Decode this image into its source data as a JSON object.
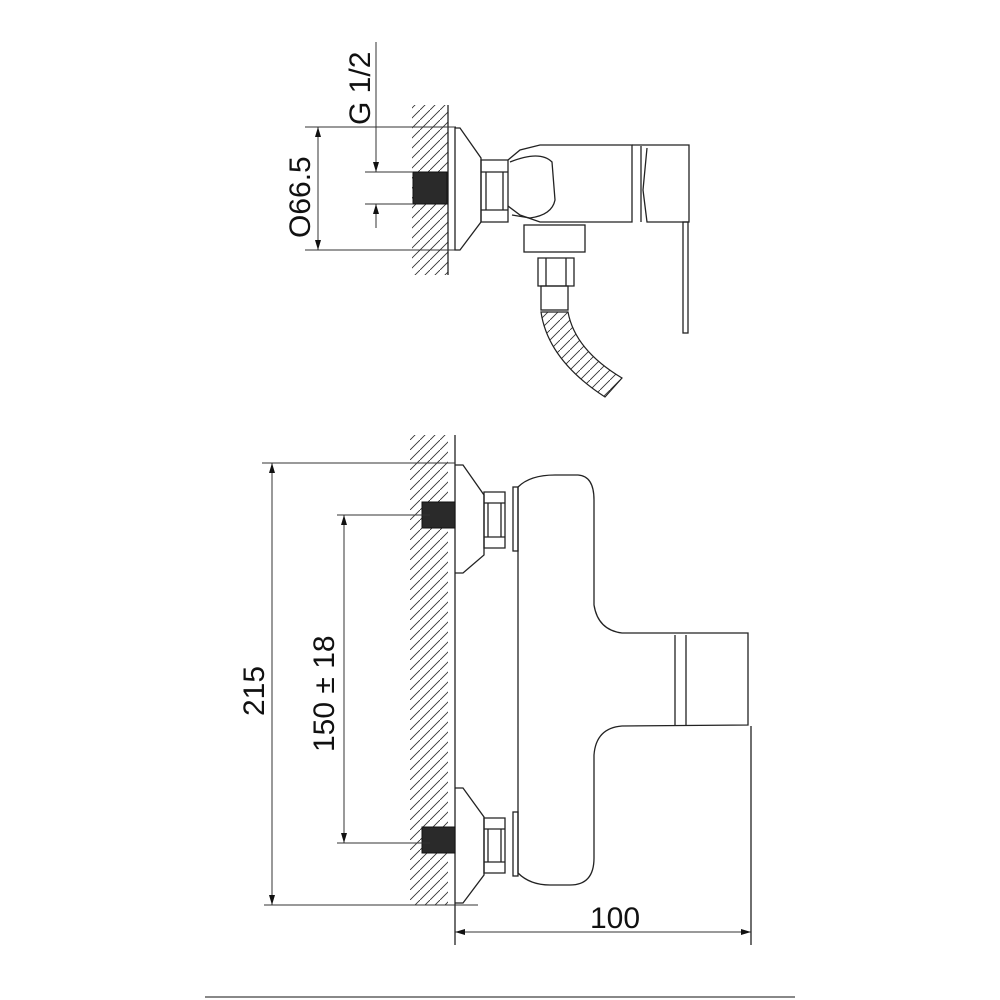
{
  "top_view": {
    "thread_label": "G 1/2",
    "diameter_label": "O66.5"
  },
  "front_view": {
    "height_label": "215",
    "spacing_label": "150 ± 18",
    "depth_label": "100"
  },
  "colors": {
    "line": "#222222",
    "fill": "#2a2a2a",
    "footer_line": "#888888"
  }
}
